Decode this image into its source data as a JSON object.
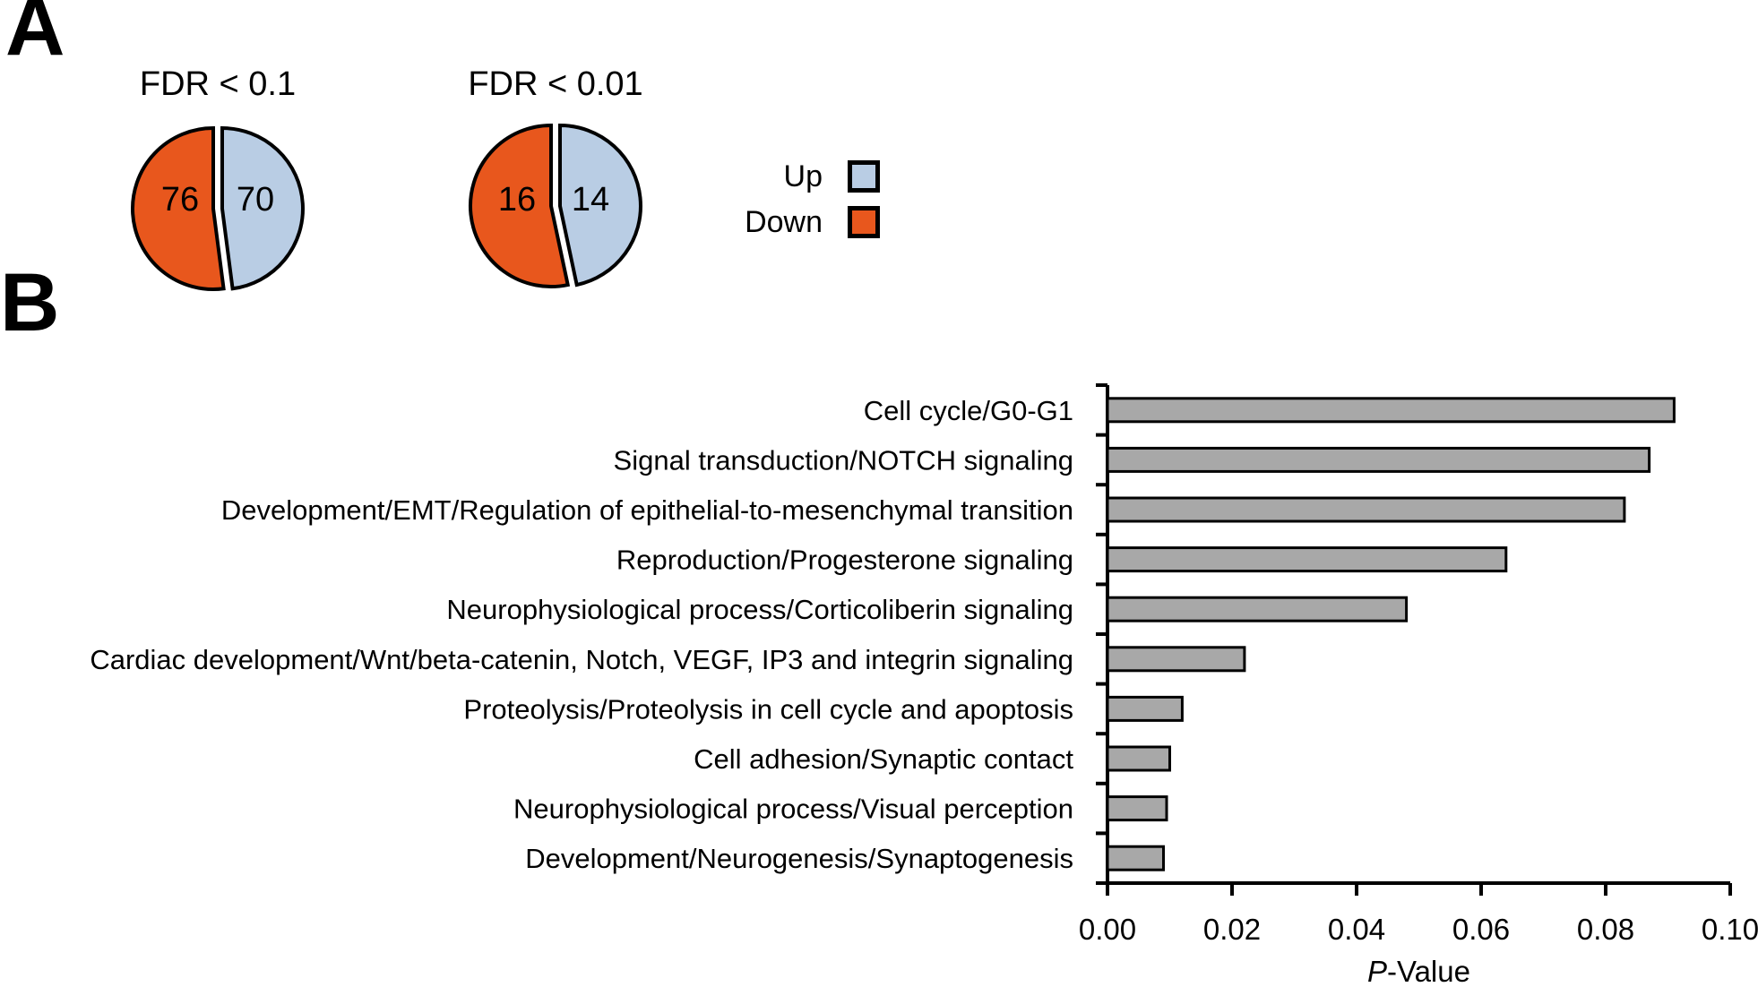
{
  "panel_a": {
    "label": "A",
    "legend": {
      "up_label": "Up",
      "down_label": "Down",
      "up_color": "#B9CDE4",
      "down_color": "#E8571D"
    }
  },
  "panel_b": {
    "label": "B"
  },
  "chart_data": [
    {
      "type": "pie",
      "title": "FDR < 0.1",
      "slices": [
        {
          "label": "Down",
          "value": 76,
          "color": "#E8571D"
        },
        {
          "label": "Up",
          "value": 70,
          "color": "#B9CDE4"
        }
      ]
    },
    {
      "type": "pie",
      "title": "FDR < 0.01",
      "slices": [
        {
          "label": "Down",
          "value": 16,
          "color": "#E8571D"
        },
        {
          "label": "Up",
          "value": 14,
          "color": "#B9CDE4"
        }
      ]
    },
    {
      "type": "bar",
      "orientation": "horizontal",
      "title": "",
      "categories": [
        "Cell cycle/G0-G1",
        "Signal transduction/NOTCH signaling",
        "Development/EMT/Regulation of epithelial-to-mesenchymal transition",
        "Reproduction/Progesterone signaling",
        "Neurophysiological process/Corticoliberin signaling",
        "Cardiac development/Wnt/beta-catenin, Notch, VEGF, IP3 and integrin signaling",
        "Proteolysis/Proteolysis in cell cycle and apoptosis",
        "Cell adhesion/Synaptic contact",
        "Neurophysiological process/Visual perception",
        "Development/Neurogenesis/Synaptogenesis"
      ],
      "values": [
        0.091,
        0.087,
        0.083,
        0.064,
        0.048,
        0.022,
        0.012,
        0.01,
        0.0095,
        0.009
      ],
      "xlabel": "P-Value",
      "xlabel_italic_prefix_len": 1,
      "xlim": [
        0,
        0.1
      ],
      "xticks": [
        "0.00",
        "0.02",
        "0.04",
        "0.06",
        "0.08",
        "0.10"
      ],
      "bar_color": "#A8A8A8",
      "axis_color": "#000000",
      "grid": false,
      "legend_position": "none"
    }
  ]
}
